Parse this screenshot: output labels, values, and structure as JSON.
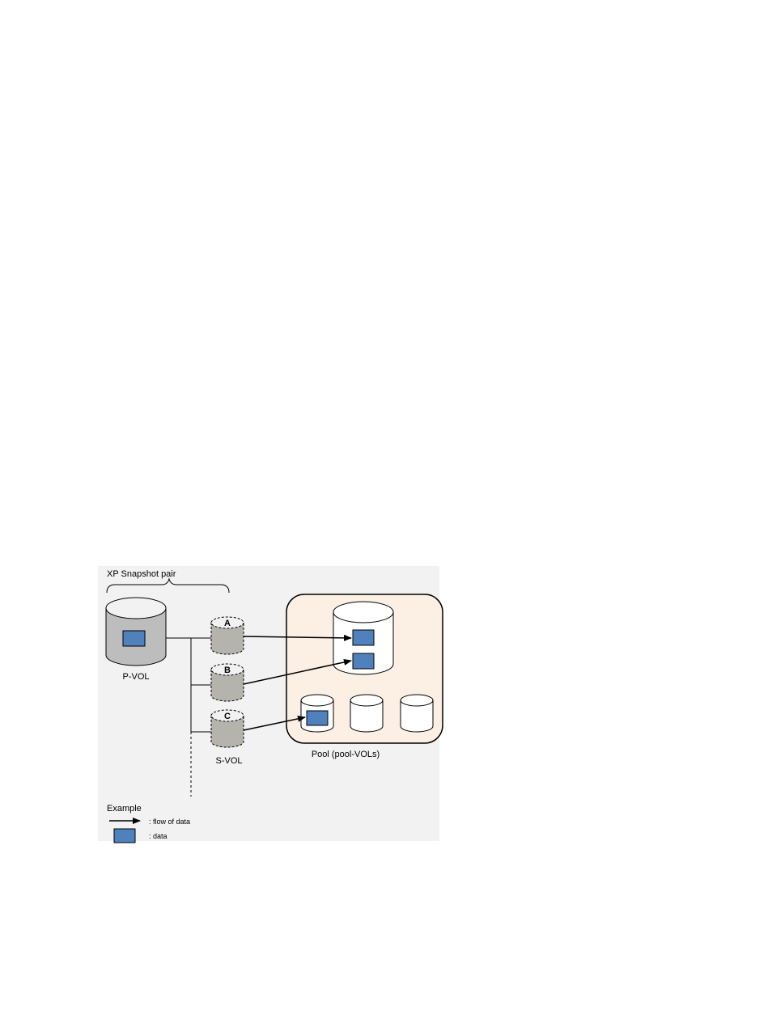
{
  "pair_label": "XP Snapshot pair",
  "pvol_label": "P-VOL",
  "svol_label": "S-VOL",
  "svols": [
    "A",
    "B",
    "C"
  ],
  "pool_label": "Pool (pool-VOLs)",
  "legend": {
    "title": "Example",
    "flow_text": ": flow of data",
    "data_text": ": data"
  },
  "colors": {
    "panel_bg": "#f2f2f2",
    "pool_fill": "#fcefe3",
    "volume_gray": "#bdbdbd",
    "svol_gray": "#b4b4ac",
    "data_blue": "#4f81bd",
    "line": "#000000"
  }
}
